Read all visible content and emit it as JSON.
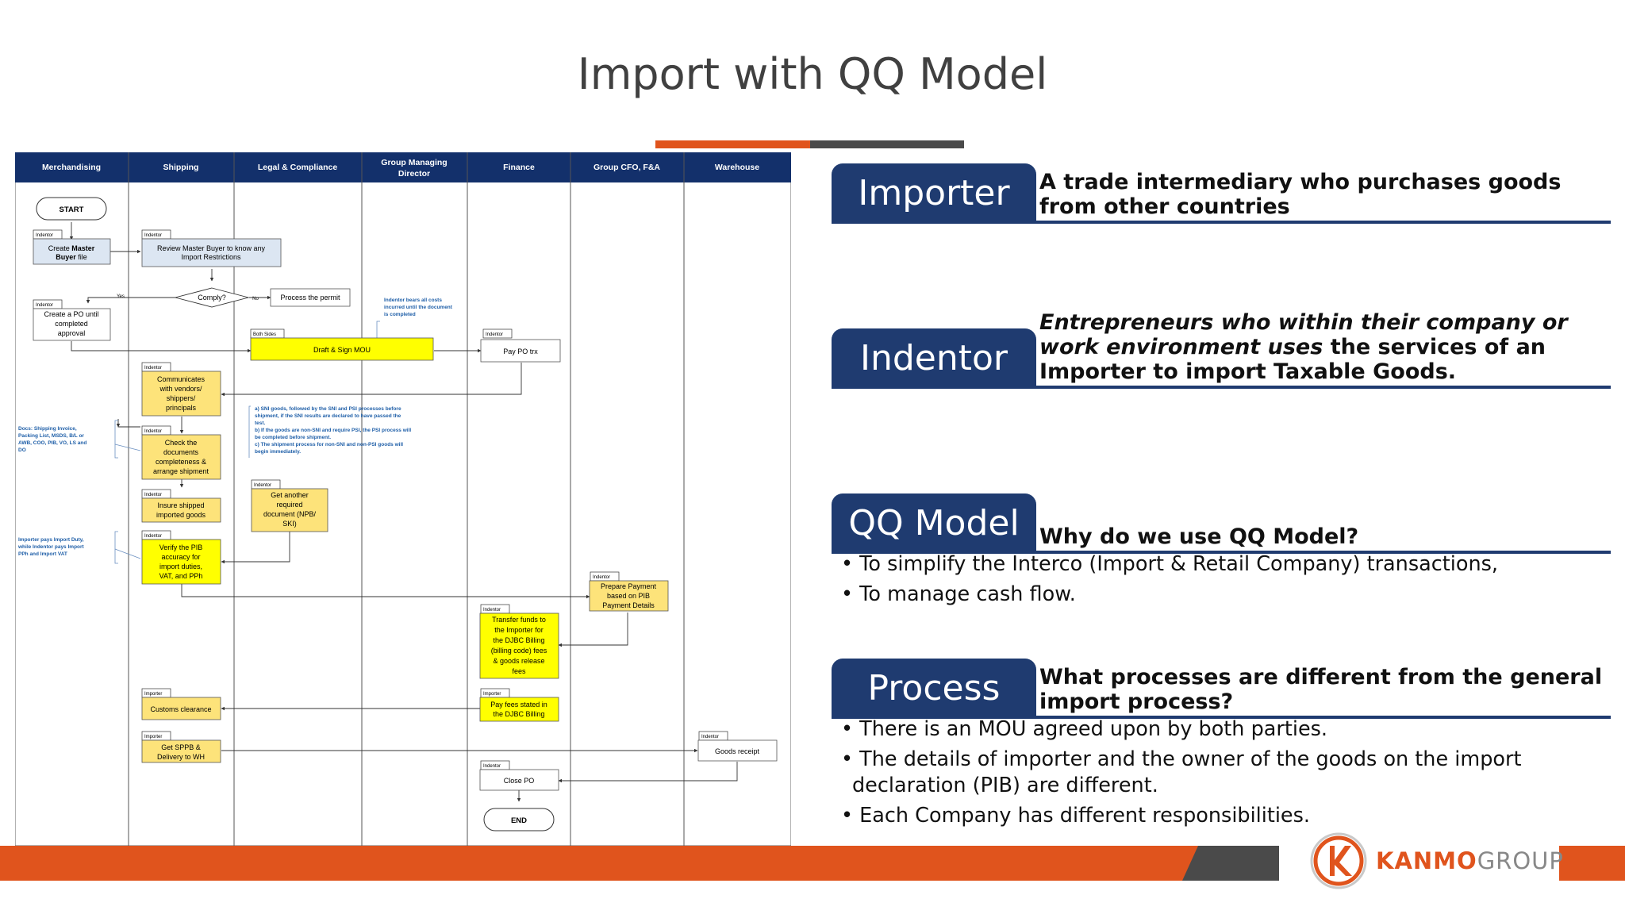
{
  "page": {
    "title": "Import with QQ Model"
  },
  "colors": {
    "navy": "#1f3b70",
    "orange": "#e0541d",
    "dark_gray": "#4a4a4a",
    "yellow": "#ffff00",
    "pale_yellow": "#fde37a",
    "pale_blue": "#dce6f2"
  },
  "swimlane": {
    "lanes": [
      "Merchandising",
      "Shipping",
      "Legal & Compliance",
      "Group Managing Director",
      "Finance",
      "Group CFO, F&A",
      "Warehouse"
    ],
    "nodes": {
      "start": "START",
      "end": "END",
      "create_master_buyer": {
        "role": "Indentor",
        "text_pre": "Create ",
        "text_bold1": "Master",
        "text_bold2": "Buyer",
        "text_post": " file"
      },
      "review_master_buyer": {
        "role": "Indentor",
        "line1": "Review Master Buyer to know any",
        "line2": "Import Restrictions"
      },
      "comply": "Comply?",
      "yes": "Yes",
      "no": "No",
      "process_permit": "Process the permit",
      "create_po": {
        "role": "Indentor",
        "line1": "Create a PO until",
        "line2": "completed",
        "line3": "approval"
      },
      "draft_mou": {
        "role": "Both Sides",
        "text": "Draft & Sign MOU"
      },
      "pay_po": {
        "role": "Indentor",
        "text": "Pay PO trx"
      },
      "communicates": {
        "role": "Indentor",
        "line1": "Communicates",
        "line2": "with vendors/",
        "line3": "shippers/",
        "line4": "principals"
      },
      "check_docs": {
        "role": "Indentor",
        "line1": "Check the",
        "line2": "documents",
        "line3": "completeness &",
        "line4": "arrange shipment"
      },
      "insure": {
        "role": "Indentor",
        "line1": "Insure shipped",
        "line2": "imported goods"
      },
      "get_doc": {
        "role": "Indentor",
        "line1": "Get another",
        "line2": "required",
        "line3": "document (NPB/",
        "line4": "SKI)"
      },
      "verify_pib": {
        "role": "Indentor",
        "line1": "Verify the PIB",
        "line2": "accuracy for",
        "line3": "import duties,",
        "line4": "VAT, and PPh"
      },
      "prepare_payment": {
        "role": "Indentor",
        "line1": "Prepare Payment",
        "line2": "based on PIB",
        "line3": "Payment Details"
      },
      "transfer_funds": {
        "role": "Indentor",
        "line1": "Transfer funds to",
        "line2": "the Importer for",
        "line3": "the DJBC Billing",
        "line4": "(billing code) fees",
        "line5": "& goods release",
        "line6": "fees"
      },
      "pay_fees": {
        "role": "Importer",
        "line1": "Pay fees stated in",
        "line2": "the DJBC Billing"
      },
      "customs": {
        "role": "Importer",
        "text": "Customs clearance"
      },
      "get_sppb": {
        "role": "Importer",
        "line1": "Get SPPB &",
        "line2": "Delivery to WH"
      },
      "goods_receipt": {
        "role": "Indentor",
        "text": "Goods receipt"
      },
      "close_po": {
        "role": "Indentor",
        "text": "Close PO"
      }
    },
    "notes": {
      "indentor_costs": [
        "Indentor bears all costs",
        "incurred until the document",
        "is completed"
      ],
      "sni": [
        "a) SNI goods, followed by the SNI and PSI processes before",
        "shipment, if the SNI results are declared to have passed the",
        "test.",
        "b) If the goods are non-SNI and require PSI, the PSI process will",
        "be completed before shipment.",
        "c) The shipment process for non-SNI and non-PSI goods will",
        "begin immediately."
      ],
      "docs": [
        "Docs: Shipping Invoice,",
        "Packing List, MSDS, B/L or",
        "AWB, COO, PIB, VO, LS and",
        "DO"
      ],
      "duty": [
        "Importer pays Import Duty,",
        "while Indentor pays Import",
        "PPh and Import VAT"
      ]
    }
  },
  "sections": [
    {
      "tag": "Importer",
      "desc": "A trade intermediary who purchases goods from other countries"
    },
    {
      "tag": "Indentor",
      "desc_italic": "Entrepreneurs who within their company or work environment uses",
      "desc_rest": " the services of an Importer to import Taxable Goods."
    },
    {
      "tag": "QQ Model",
      "desc": "Why do we use QQ Model?",
      "bullets": [
        "To simplify the Interco (Import & Retail Company) transactions,",
        "To manage cash flow."
      ]
    },
    {
      "tag": "Process",
      "desc": "What processes are different from the general import process?",
      "bullets": [
        "There is an MOU agreed upon by both parties.",
        "The details of importer and the owner of the goods on the import declaration (PIB) are different.",
        "Each Company has different responsibilities."
      ]
    }
  ],
  "footer": {
    "logo_text_bold": "KANMO",
    "logo_text_light": "GROUP"
  }
}
